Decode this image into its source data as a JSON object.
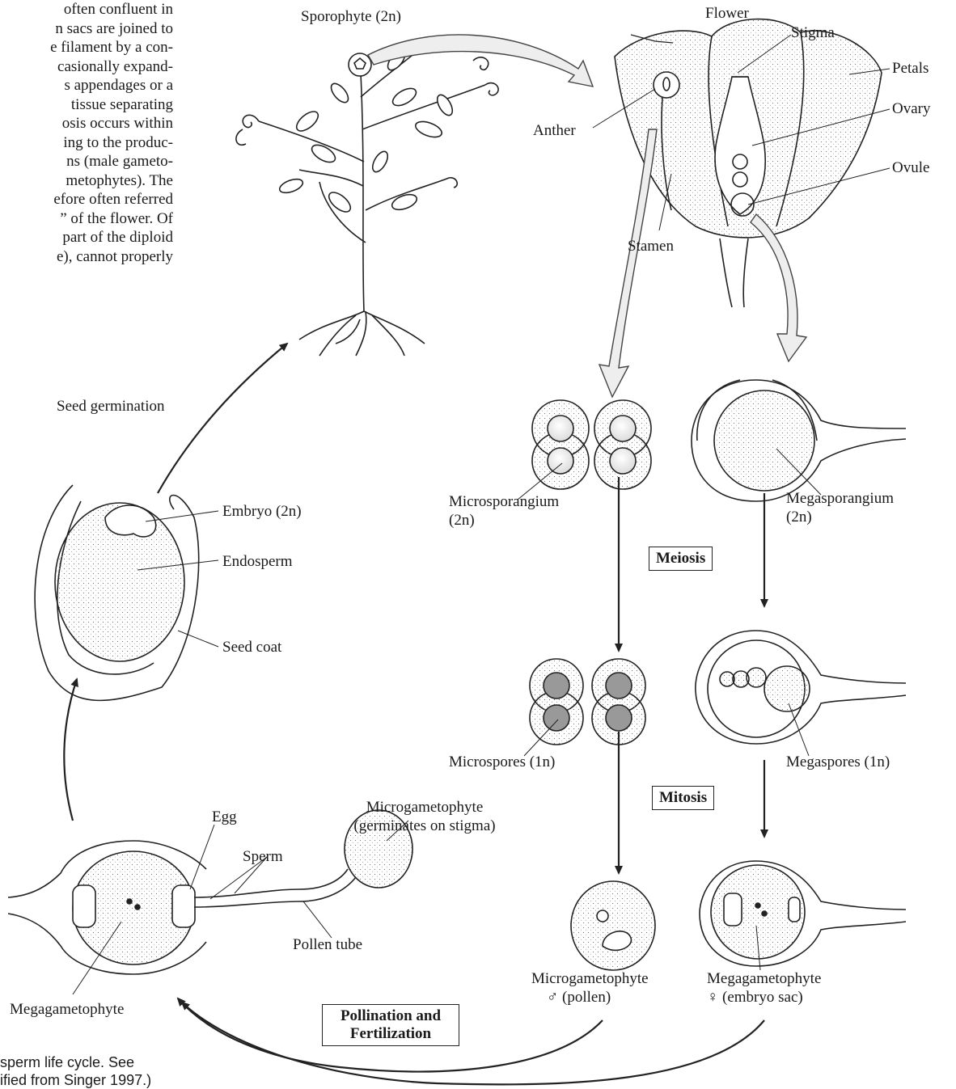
{
  "body_text": [
    "often confluent in",
    "n sacs are joined to",
    "e filament by a con-",
    "casionally expand-",
    "s appendages or a",
    "tissue separating",
    "osis occurs within",
    "ing to the produc-",
    "ns (male gameto-",
    "metophytes). The",
    "efore often referred",
    "” of the flower. Of",
    "part of the diploid",
    "e), cannot properly"
  ],
  "caption_lines": [
    "sperm life cycle.  See",
    "ified from Singer 1997.)"
  ],
  "labels": {
    "sporophyte": "Sporophyte (2n)",
    "flower": "Flower",
    "stigma": "Stigma",
    "petals": "Petals",
    "ovary": "Ovary",
    "ovule": "Ovule",
    "anther": "Anther",
    "stamen": "Stamen",
    "seed_germination": "Seed germination",
    "embryo": "Embryo (2n)",
    "endosperm": "Endosperm",
    "seed_coat": "Seed coat",
    "microsporangium_1": "Microsporangium",
    "microsporangium_2": "(2n)",
    "megasporangium_1": "Megasporangium",
    "megasporangium_2": "(2n)",
    "microspores": "Microspores (1n)",
    "megaspores": "Megaspores (1n)",
    "egg": "Egg",
    "sperm": "Sperm",
    "microgametophyte_top_1": "Microgametophyte",
    "microgametophyte_top_2": "(germinates on stigma)",
    "pollen_tube": "Pollen tube",
    "megagametophyte_left": "Megagametophyte",
    "microgametophyte_bottom_1": "Microgametophyte",
    "microgametophyte_bottom_2": "♂ (pollen)",
    "megagametophyte_bottom_1": "Megagametophyte",
    "megagametophyte_bottom_2": "♀ (embryo sac)"
  },
  "boxes": {
    "meiosis": "Meiosis",
    "mitosis": "Mitosis",
    "pollination_1": "Pollination and",
    "pollination_2": "Fertilization"
  }
}
